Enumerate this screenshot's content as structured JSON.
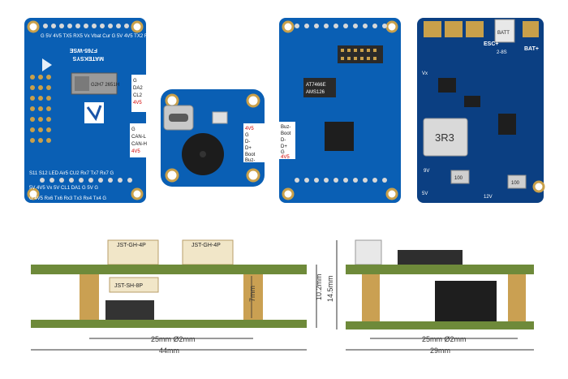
{
  "board_fc": {
    "brand": "MATEKSYS",
    "model": "F765-WSE",
    "chip_marking": "G2H7 2651H",
    "pads_left": [
      "G",
      "DA2",
      "CL2",
      "4V5"
    ],
    "pads_can": [
      "G",
      "CAN-L",
      "CAN-H",
      "4V5"
    ],
    "top_header": "G 5V 4V5 TX5 RX5 Vx Vbat Cur G 5V 4V5 TX2 RX2 G",
    "bottom_row1": "S11 S12 LED Air5 CU2 Rx7 Tx7 Rx7 G",
    "bottom_row2": "5V 4V5 Vx 5V CL1 DA1 G 5V G",
    "bottom_row3": "G 4V5 Rx6 Tx6 Rx3 Tx3 Rx4 Tx4 G"
  },
  "board_usb": {
    "pads": [
      "4V5",
      "G",
      "D-",
      "D+",
      "Boot",
      "Buz-"
    ]
  },
  "board_io": {
    "chip1": "AT7466E",
    "chip2": "AMS126",
    "pads_buz": [
      "Buz-",
      "Boot",
      "D-",
      "D+",
      "G",
      "4V5"
    ]
  },
  "board_pdb": {
    "labels": [
      "ESC+",
      "BAT+",
      "BATT",
      "2-8S",
      "9V",
      "12V",
      "Vx",
      "5V"
    ],
    "inductor": "3R3",
    "resistor1": "100",
    "resistor2": "100"
  },
  "side_left": {
    "connector1": "JST-GH-4P",
    "connector2": "JST-GH-4P",
    "connector3": "JST-SH-8P",
    "dim_height": "10.2mm",
    "dim_spacer": "7mm",
    "dim_hole": "25mm  Ø2mm",
    "dim_width": "44mm"
  },
  "side_right": {
    "dim_height": "14.5mm",
    "dim_hole": "25mm  Ø2mm",
    "dim_width": "29mm"
  },
  "colors": {
    "pcb_blue": "#0a5fb4",
    "pcb_dark": "#0b3f82",
    "gold": "#c9a04a",
    "connector": "#f1e6c8",
    "pcb_edge": "#5a7a2e"
  }
}
